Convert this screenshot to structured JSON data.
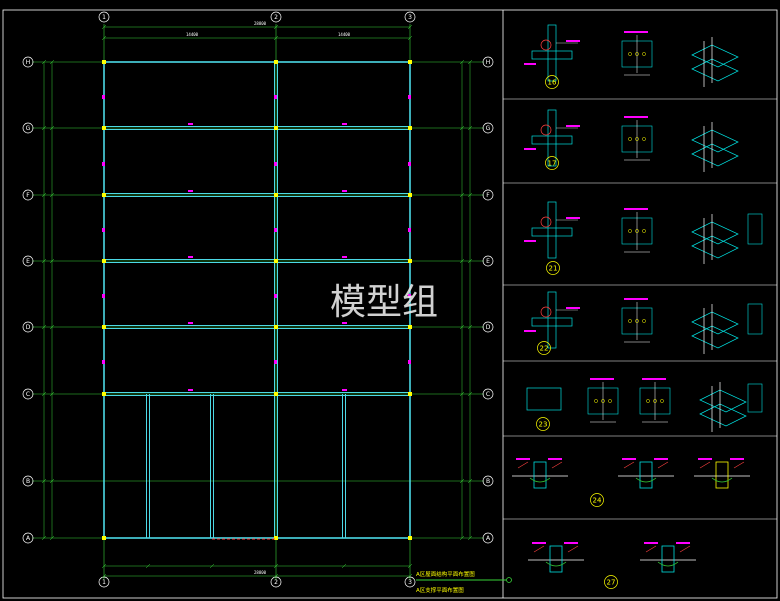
{
  "drawing": {
    "watermark": "模型组",
    "plan_title_1": "A区屋面结构平面布置图",
    "plan_title_2": "A区支撑平面布置图"
  },
  "axes": {
    "columns": [
      "1",
      "2",
      "3"
    ],
    "rows": [
      "H",
      "G",
      "F",
      "E",
      "D",
      "C",
      "B",
      "A"
    ]
  },
  "dimensions": {
    "top_overall": "28800",
    "top_bay1": "14400",
    "top_bay2": "14400",
    "bottom_overall": "28800"
  },
  "details": [
    "16",
    "17",
    "21",
    "22",
    "23",
    "24",
    "27"
  ],
  "colors": {
    "background": "#000000",
    "frame": "#ffffff",
    "axis": "#39d339",
    "beam": "#4cd9e6",
    "steel": "#00e0e0",
    "annotation": "#ff00ff",
    "yellow": "#ffff00",
    "red": "#ff3030"
  }
}
